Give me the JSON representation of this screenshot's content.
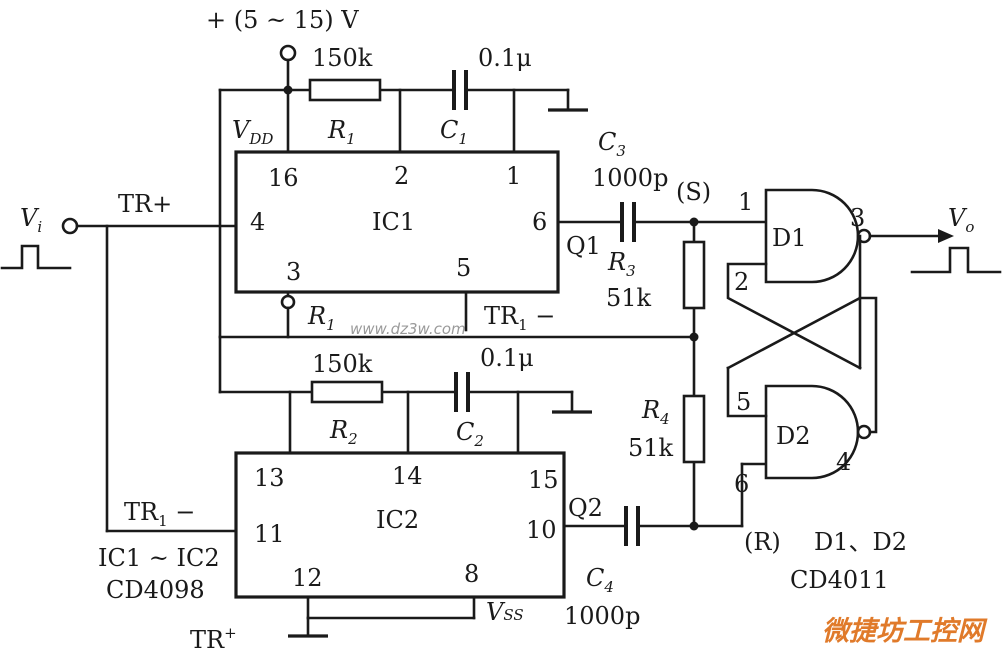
{
  "supply": "+ (5 ~ 15) V",
  "ic1": {
    "name": "IC1",
    "pin16": "16",
    "pin2": "2",
    "pin1": "1",
    "pin4": "4",
    "pin6": "6",
    "pin3": "3",
    "pin5": "5"
  },
  "ic2": {
    "name": "IC2",
    "pin13": "13",
    "pin14": "14",
    "pin15": "15",
    "pin11": "11",
    "pin10": "10",
    "pin12": "12",
    "pin8": "8"
  },
  "r1_top": {
    "value": "150k",
    "label": "R",
    "sub": "1"
  },
  "c1": {
    "value": "0.1μ",
    "label": "C",
    "sub": "1"
  },
  "r2": {
    "value": "150k",
    "label": "R",
    "sub": "2"
  },
  "c2": {
    "value": "0.1μ",
    "label": "C",
    "sub": "2"
  },
  "c3": {
    "label": "C",
    "sub": "3",
    "value": "1000p"
  },
  "c4": {
    "label": "C",
    "sub": "4",
    "value": "1000p"
  },
  "r3": {
    "label": "R",
    "sub": "3",
    "value": "51k"
  },
  "r4": {
    "label": "R",
    "sub": "4",
    "value": "51k"
  },
  "vdd": {
    "label": "V",
    "sub": "DD"
  },
  "vss": {
    "label": "V",
    "sub": "SS"
  },
  "vi": {
    "label": "V",
    "sub": "i"
  },
  "vo": {
    "label": "V",
    "sub": "o"
  },
  "tr_plus": "TR+",
  "tr1_minus_ic1": {
    "label": "TR",
    "sub": "1",
    "suffix": " −"
  },
  "tr1_minus_ic2": {
    "label": "TR",
    "sub": "1",
    "suffix": " −"
  },
  "tr_plus_bottom": {
    "label": "TR",
    "sup": "+"
  },
  "r1_pin3": {
    "label": "R",
    "sub": "1"
  },
  "q1": "Q1",
  "q2": "Q2",
  "s_label": "(S)",
  "r_label": "(R)",
  "d1": {
    "name": "D1",
    "in1": "1",
    "in2": "2",
    "out": "3"
  },
  "d2": {
    "name": "D2",
    "in5": "5",
    "in6": "6",
    "out": "4"
  },
  "gates_note": "D1、D2",
  "gates_part": "CD4011",
  "ic_note": "IC1 ~ IC2",
  "ic_part": "CD4098",
  "watermark": "www.dz3w.com",
  "brand": "微捷坊工控网"
}
